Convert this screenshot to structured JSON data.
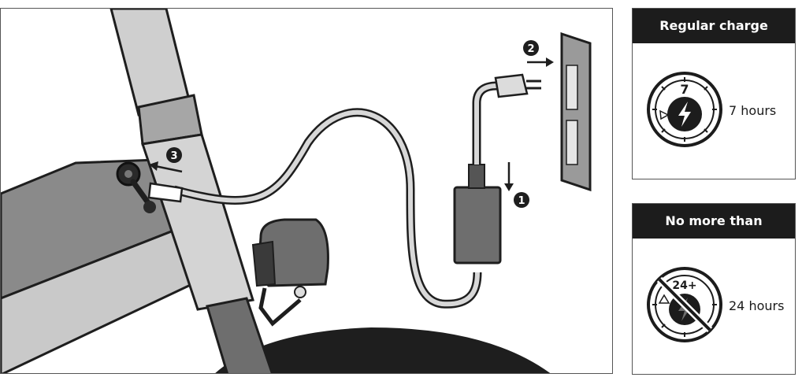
{
  "steps": {
    "step1": "1",
    "step2": "2",
    "step3": "3"
  },
  "cards": [
    {
      "title": "Regular charge",
      "dial_number": "7",
      "label": "7 hours"
    },
    {
      "title": "No more than",
      "dial_number": "24+",
      "label": "24 hours"
    }
  ],
  "colors": {
    "dark": "#1c1c1c",
    "frame_gray": "#9a9a9a",
    "light_gray": "#cfcfcf",
    "mid_gray": "#6e6e6e"
  }
}
